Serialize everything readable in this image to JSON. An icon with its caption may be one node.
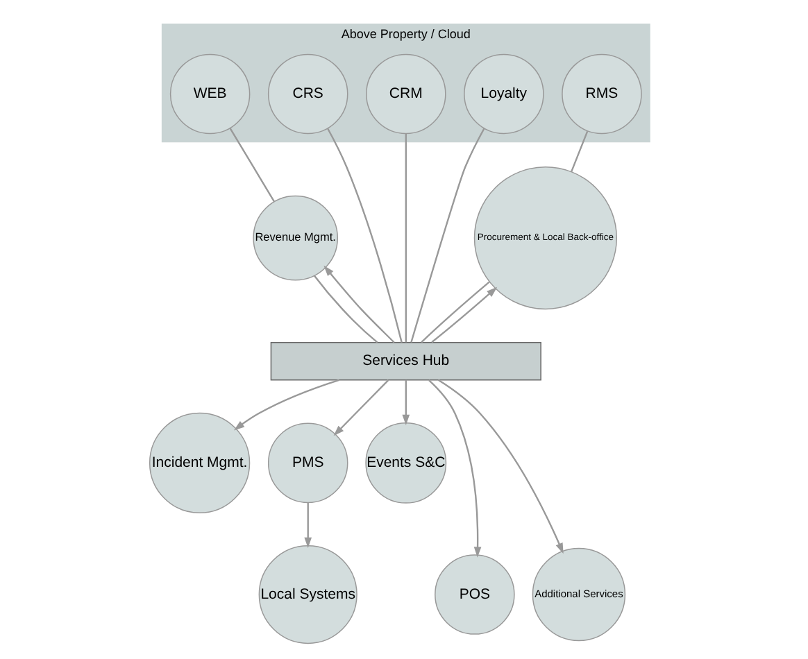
{
  "diagram": {
    "nodes": [
      {
        "text": [
          "Above Property / Cloud"
        ]
      },
      {
        "text": [
          "WEB"
        ],
        "in": 0
      },
      {
        "text": [
          "CRS"
        ],
        "in": 0
      },
      {
        "text": [
          "CRM"
        ],
        "in": 0
      },
      {
        "text": [
          "Loyalty"
        ],
        "in": 0
      },
      {
        "text": [
          "RMS"
        ],
        "in": 0
      },
      {
        "text": [
          "Revenue Mgmt."
        ]
      },
      {
        "text": [
          "Procurement & Local Back-office"
        ]
      },
      {
        "text": [
          "Services Hub"
        ]
      },
      {
        "text": [
          "Incident Mgmt."
        ]
      },
      {
        "text": [
          "PMS"
        ]
      },
      {
        "text": [
          "Events S&C"
        ]
      },
      {
        "text": [
          "POS"
        ]
      },
      {
        "text": [
          "Additional Services"
        ]
      },
      {
        "text": [
          "Local Systems"
        ]
      }
    ],
    "edges": [
      {
        "from": 1,
        "to": 6,
        "arrow": "none"
      },
      {
        "from": 5,
        "to": 7,
        "arrow": "none"
      },
      {
        "from": 6,
        "to": 8,
        "arrow": "none"
      },
      {
        "from": 8,
        "to": 6,
        "arrow": "to"
      },
      {
        "from": 2,
        "to": 8,
        "arrow": "none"
      },
      {
        "from": 3,
        "to": 8,
        "arrow": "none"
      },
      {
        "from": 4,
        "to": 8,
        "arrow": "none"
      },
      {
        "from": 7,
        "to": 8,
        "arrow": "none"
      },
      {
        "from": 8,
        "to": 7,
        "arrow": "to"
      },
      {
        "from": 8,
        "to": 9,
        "arrow": "to"
      },
      {
        "from": 8,
        "to": 12,
        "arrow": "to"
      },
      {
        "from": 8,
        "to": 10,
        "arrow": "to"
      },
      {
        "from": 8,
        "to": 13,
        "arrow": "to"
      },
      {
        "from": 8,
        "to": 11,
        "arrow": "to"
      },
      {
        "from": 10,
        "to": 14,
        "arrow": "to"
      }
    ]
  }
}
